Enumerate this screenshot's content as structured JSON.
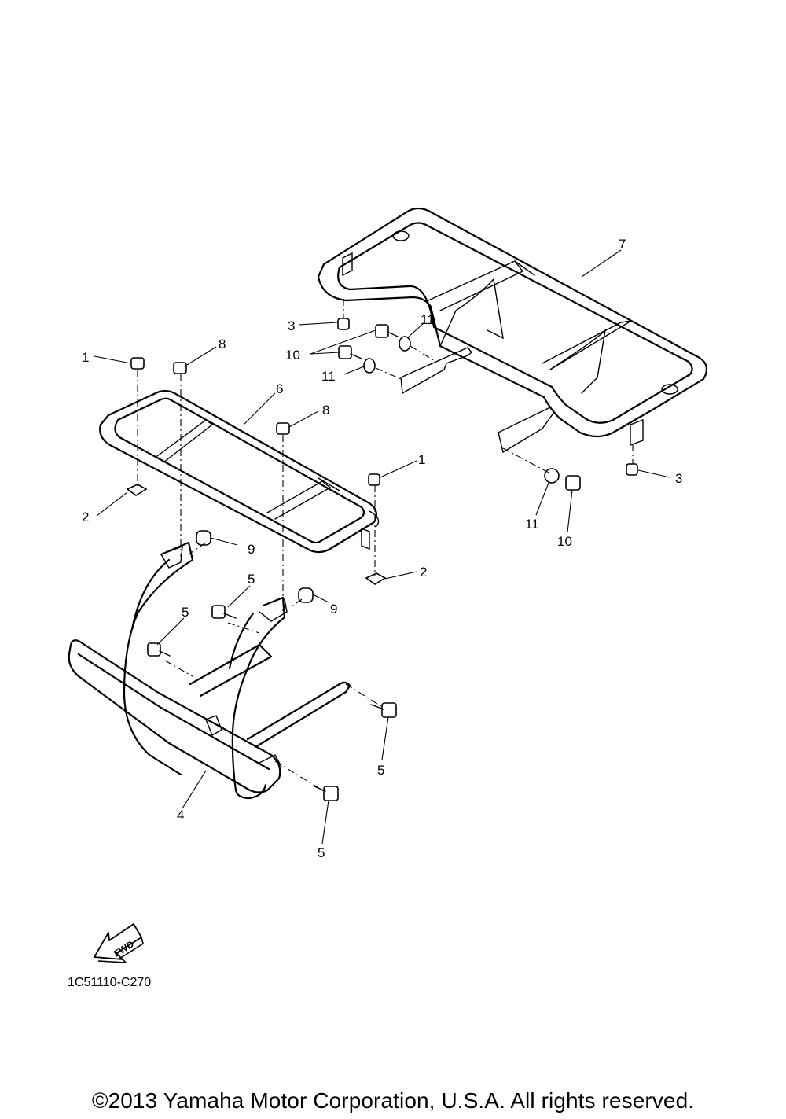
{
  "callouts": {
    "c1a": "1",
    "c1b": "1",
    "c2a": "2",
    "c2b": "2",
    "c3a": "3",
    "c3b": "3",
    "c4": "4",
    "c5a": "5",
    "c5b": "5",
    "c5c": "5",
    "c5d": "5",
    "c6": "6",
    "c7": "7",
    "c8a": "8",
    "c8b": "8",
    "c9a": "9",
    "c9b": "9",
    "c10a": "10",
    "c10b": "10",
    "c11a": "11",
    "c11b": "11",
    "c11c": "11"
  },
  "fwd_label": "FWD",
  "diagram_code": "1C51110-C270",
  "copyright": "©2013 Yamaha Motor Corporation, U.S.A. All rights reserved."
}
